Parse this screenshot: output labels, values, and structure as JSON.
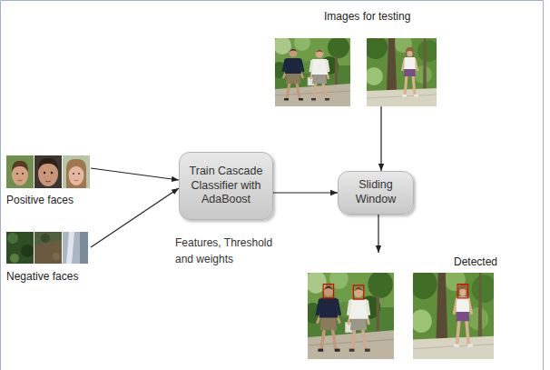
{
  "diagram": {
    "nodes": [
      {
        "text": [
          "Images for testing"
        ]
      },
      {
        "text": [
          "Positive faces"
        ]
      },
      {
        "text": [
          "Train Cascade Classifier with AdaBoost"
        ]
      },
      {
        "text": [
          "Sliding Window"
        ]
      },
      {
        "text": [
          "Negative faces"
        ]
      },
      {
        "text": [
          "Detected"
        ]
      }
    ],
    "edges": [
      {
        "from": 1,
        "to": 2,
        "arrow": "to"
      },
      {
        "from": 4,
        "to": 2,
        "arrow": "to"
      },
      {
        "from": 2,
        "to": 3,
        "arrow": "to"
      },
      {
        "from": 0,
        "to": 3,
        "arrow": "to"
      },
      {
        "from": 3,
        "to": 5,
        "arrow": "to"
      }
    ],
    "labels": [
      "Features, Threshold and weights"
    ]
  }
}
